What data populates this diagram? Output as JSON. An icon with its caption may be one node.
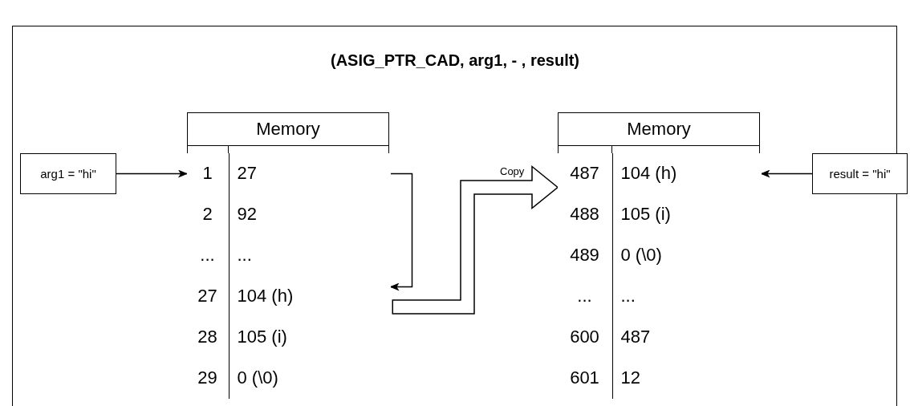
{
  "diagram": {
    "title": "(ASIG_PTR_CAD, arg1, - , result)",
    "nodes": [
      {
        "text": [
          "Memory"
        ]
      },
      {
        "text": [
          "1",
          "27"
        ],
        "in": 0
      },
      {
        "text": [
          "2",
          "92"
        ],
        "in": 0
      },
      {
        "text": [
          "...",
          "..."
        ],
        "in": 0
      },
      {
        "text": [
          "27",
          "104 (h)"
        ],
        "in": 0
      },
      {
        "text": [
          "28",
          "105 (i)"
        ],
        "in": 0
      },
      {
        "text": [
          "29",
          "0 (\\0)"
        ],
        "in": 0
      },
      {
        "text": [
          "Memory"
        ]
      },
      {
        "text": [
          "487",
          "104 (h)"
        ],
        "in": 7
      },
      {
        "text": [
          "488",
          "105 (i)"
        ],
        "in": 7
      },
      {
        "text": [
          "489",
          "0 (\\0)"
        ],
        "in": 7
      },
      {
        "text": [
          "...",
          "..."
        ],
        "in": 7
      },
      {
        "text": [
          "600",
          "487"
        ],
        "in": 7
      },
      {
        "text": [
          "601",
          "12"
        ],
        "in": 7
      },
      {
        "text": [
          "arg1 = \"hi\""
        ]
      },
      {
        "text": [
          "result = \"hi\""
        ]
      }
    ],
    "edges": [
      {
        "from": 14,
        "to": 1,
        "arrow": "to"
      },
      {
        "from": 1,
        "to": 4,
        "arrow": "to"
      },
      {
        "from": 4,
        "to": 8,
        "arrow": "to",
        "label": "Copy",
        "style": "thick"
      },
      {
        "from": 15,
        "to": 8,
        "arrow": "to"
      }
    ]
  }
}
